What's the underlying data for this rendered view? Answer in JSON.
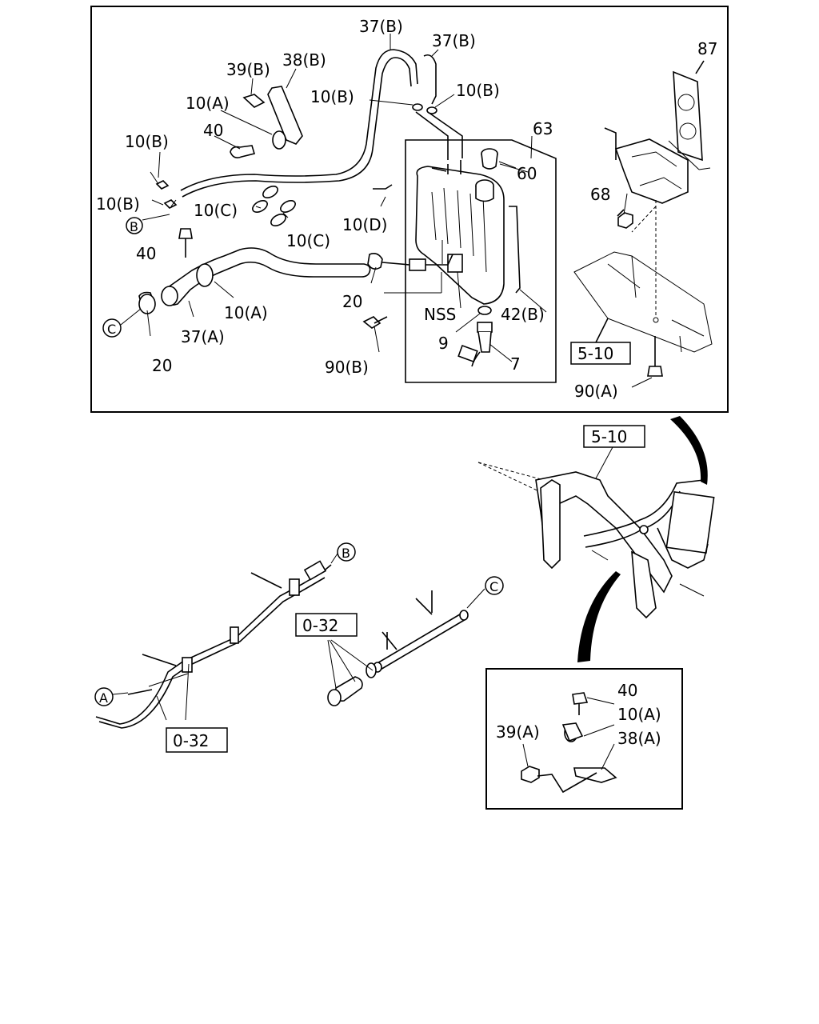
{
  "callouts_top": {
    "c37b_1": "37(B)",
    "c37b_2": "37(B)",
    "c39b": "39(B)",
    "c38b": "38(B)",
    "c10a_1": "10(A)",
    "c10b_1": "10(B)",
    "c10b_2": "10(B)",
    "c40_1": "40",
    "c10b_3": "10(B)",
    "c10b_4": "10(B)",
    "c10c_1": "10(C)",
    "c10c_2": "10(C)",
    "c40_2": "40",
    "c10a_2": "10(A)",
    "c37a": "37(A)",
    "c20_1": "20",
    "c20_2": "20",
    "c10d": "10(D)",
    "c63": "63",
    "c60": "60",
    "c87": "87",
    "c68": "68",
    "cnss": "NSS",
    "c42b": "42(B)",
    "c9": "9",
    "c7": "7",
    "c90b": "90(B)",
    "c90a": "90(A)"
  },
  "boxed_refs": {
    "r5_10_top": "5-10",
    "r5_10_mid": "5-10",
    "r0_32_mid": "0-32",
    "r0_32_low": "0-32"
  },
  "circle_markers": {
    "b_top": "B",
    "c_top": "C",
    "b_mid": "B",
    "c_mid": "C",
    "a_low": "A"
  },
  "callouts_inset": {
    "c40": "40",
    "c10a": "10(A)",
    "c39a": "39(A)",
    "c38a": "38(A)"
  }
}
